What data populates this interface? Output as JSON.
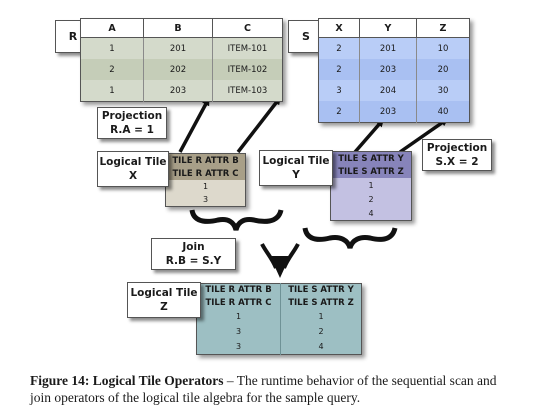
{
  "table_r": {
    "name": "R",
    "headers": [
      "A",
      "B",
      "C"
    ],
    "rows": [
      [
        "1",
        "201",
        "ITEM-101"
      ],
      [
        "2",
        "202",
        "ITEM-102"
      ],
      [
        "1",
        "203",
        "ITEM-103"
      ]
    ]
  },
  "table_s": {
    "name": "S",
    "headers": [
      "X",
      "Y",
      "Z"
    ],
    "rows": [
      [
        "2",
        "201",
        "10"
      ],
      [
        "2",
        "203",
        "20"
      ],
      [
        "3",
        "204",
        "30"
      ],
      [
        "2",
        "203",
        "40"
      ]
    ]
  },
  "projection_r": {
    "line1": "Projection",
    "line2": "R.A = 1"
  },
  "projection_s": {
    "line1": "Projection",
    "line2": "S.X = 2"
  },
  "logical_tile_x": {
    "label1": "Logical Tile",
    "label2": "X",
    "headers": [
      "TILE R ATTR B",
      "TILE R ATTR C"
    ],
    "rows": [
      "1",
      "3"
    ]
  },
  "logical_tile_y": {
    "label1": "Logical Tile",
    "label2": "Y",
    "headers": [
      "TILE S ATTR Y",
      "TILE S ATTR Z"
    ],
    "rows": [
      "1",
      "2",
      "4"
    ]
  },
  "join": {
    "line1": "Join",
    "line2": "R.B = S.Y"
  },
  "logical_tile_z": {
    "label1": "Logical Tile",
    "label2": "Z",
    "headers_left": [
      "TILE R ATTR B",
      "TILE R ATTR C"
    ],
    "headers_right": [
      "TILE S ATTR Y",
      "TILE S ATTR Z"
    ],
    "rows": [
      [
        "1",
        "1"
      ],
      [
        "3",
        "2"
      ],
      [
        "3",
        "4"
      ]
    ]
  },
  "caption": {
    "figure": "Figure 14:",
    "title": "Logical Tile Operators",
    "text": " – The runtime behavior of the sequential scan and join operators of the logical tile algebra for the sample query."
  }
}
